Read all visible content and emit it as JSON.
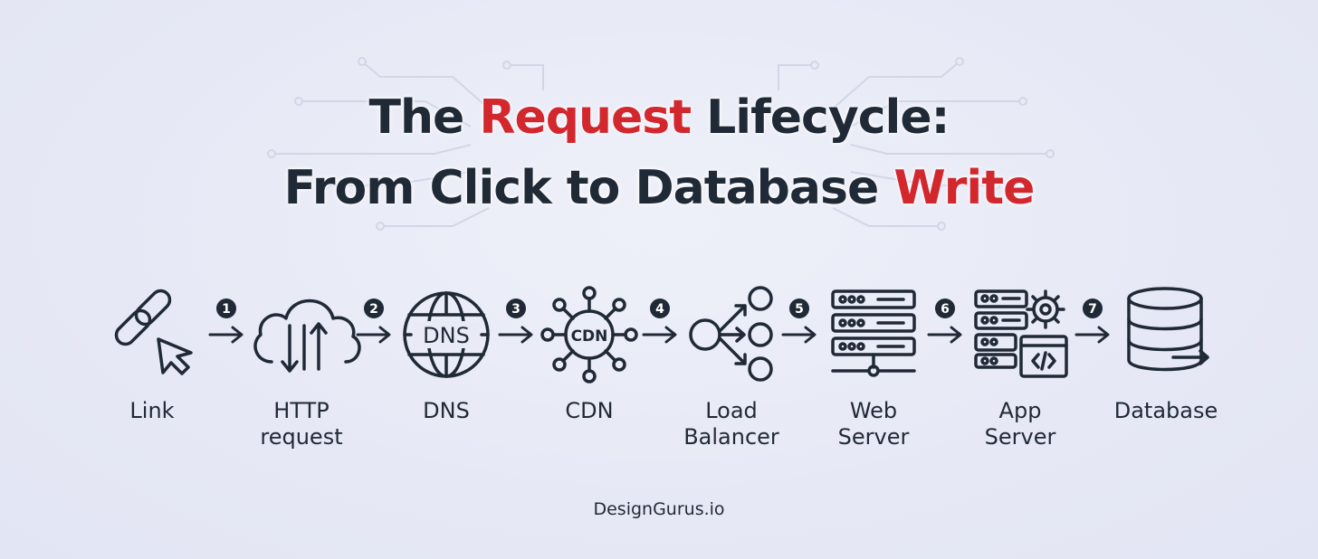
{
  "title": {
    "line1": {
      "before": "The ",
      "highlight": "Request",
      "after": " Lifecycle:"
    },
    "line2": {
      "before": "From Click to Database ",
      "highlight": "Write"
    }
  },
  "colors": {
    "ink": "#1f2a36",
    "accent": "#d3272e",
    "background": "#e8eaf6"
  },
  "stages": [
    {
      "icon": "link-cursor-icon",
      "label_lines": [
        "Link"
      ]
    },
    {
      "icon": "cloud-transfer-icon",
      "label_lines": [
        "HTTP",
        "request"
      ]
    },
    {
      "icon": "dns-globe-icon",
      "icon_text": "DNS",
      "label_lines": [
        "DNS"
      ]
    },
    {
      "icon": "cdn-hub-icon",
      "icon_text": "CDN",
      "label_lines": [
        "CDN"
      ]
    },
    {
      "icon": "load-balancer-icon",
      "label_lines": [
        "Load",
        "Balancer"
      ]
    },
    {
      "icon": "server-rack-icon",
      "label_lines": [
        "Web",
        "Server"
      ]
    },
    {
      "icon": "app-server-icon",
      "label_lines": [
        "App",
        "Server"
      ]
    },
    {
      "icon": "database-icon",
      "label_lines": [
        "Database"
      ]
    }
  ],
  "steps": [
    "1",
    "2",
    "3",
    "4",
    "5",
    "6",
    "7"
  ],
  "footer": {
    "brand": "DesignGurus.io"
  }
}
